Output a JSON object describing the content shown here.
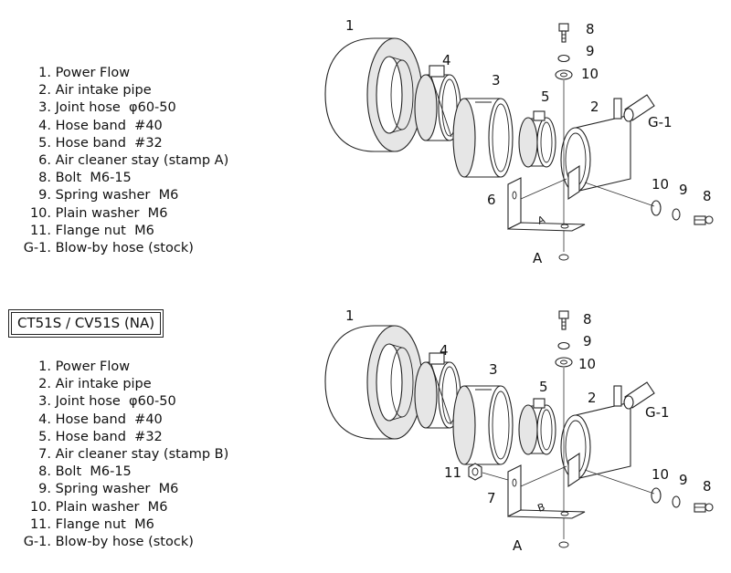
{
  "top_section": {
    "parts": [
      {
        "num": "1.",
        "name": "Power Flow"
      },
      {
        "num": "2.",
        "name": "Air intake pipe"
      },
      {
        "num": "3.",
        "name": "Joint hose  φ60-50"
      },
      {
        "num": "4.",
        "name": "Hose band  #40"
      },
      {
        "num": "5.",
        "name": "Hose band  #32"
      },
      {
        "num": "6.",
        "name": "Air cleaner stay (stamp A)"
      },
      {
        "num": "8.",
        "name": "Bolt  M6-15"
      },
      {
        "num": "9.",
        "name": "Spring washer  M6"
      },
      {
        "num": "10.",
        "name": "Plain washer  M6"
      },
      {
        "num": "11.",
        "name": "Flange nut  M6"
      },
      {
        "num": "G-1.",
        "name": "Blow-by hose (stock)"
      }
    ],
    "callouts": {
      "c1": "1",
      "c2": "2",
      "c3": "3",
      "c4": "4",
      "c5": "5",
      "c6": "6",
      "c8a": "8",
      "c9a": "9",
      "c10a": "10",
      "c10b": "10",
      "c9b": "9",
      "c8b": "8",
      "cg1": "G-1",
      "ca": "A",
      "stamp": "A"
    }
  },
  "bottom_section": {
    "model_label": "CT51S / CV51S (NA)",
    "parts": [
      {
        "num": "1.",
        "name": "Power Flow"
      },
      {
        "num": "2.",
        "name": "Air intake pipe"
      },
      {
        "num": "3.",
        "name": "Joint hose  φ60-50"
      },
      {
        "num": "4.",
        "name": "Hose band  #40"
      },
      {
        "num": "5.",
        "name": "Hose band  #32"
      },
      {
        "num": "7.",
        "name": "Air cleaner stay (stamp B)"
      },
      {
        "num": "8.",
        "name": "Bolt  M6-15"
      },
      {
        "num": "9.",
        "name": "Spring washer  M6"
      },
      {
        "num": "10.",
        "name": "Plain washer  M6"
      },
      {
        "num": "11.",
        "name": "Flange nut  M6"
      },
      {
        "num": "G-1.",
        "name": "Blow-by hose (stock)"
      }
    ],
    "callouts": {
      "c1": "1",
      "c2": "2",
      "c3": "3",
      "c4": "4",
      "c5": "5",
      "c7": "7",
      "c11": "11",
      "c8a": "8",
      "c9a": "9",
      "c10a": "10",
      "c10b": "10",
      "c9b": "9",
      "c8b": "8",
      "cg1": "G-1",
      "ca": "A",
      "stamp": "B"
    }
  }
}
